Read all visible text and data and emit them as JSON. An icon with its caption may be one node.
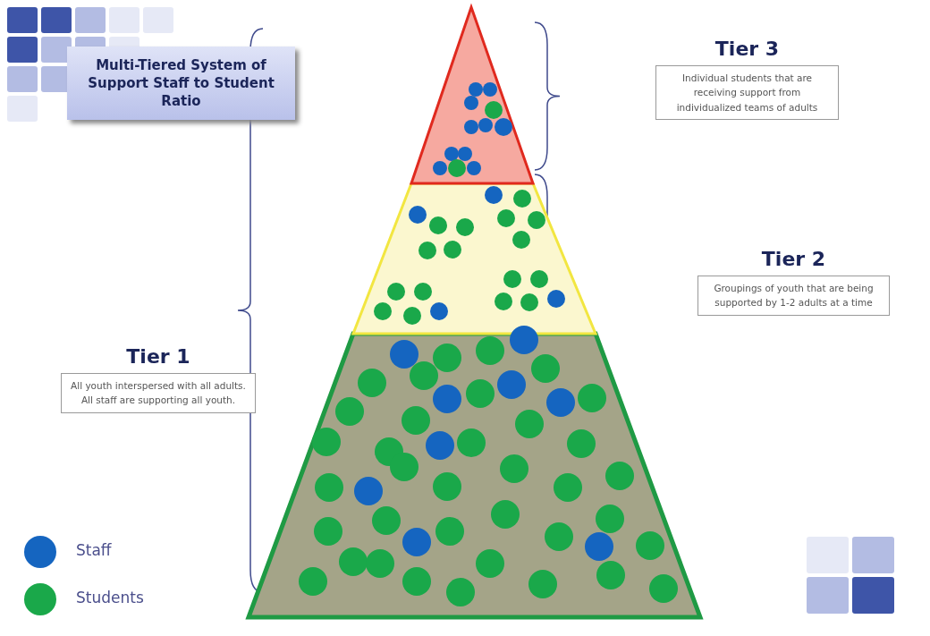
{
  "diagram": {
    "title": "Multi-Tiered System of Support Staff to Student Ratio",
    "nodes": [
      {
        "text": [
          "Tier 3",
          "Individual students that are receiving support from individualized teams of adults"
        ]
      },
      {
        "text": [
          "Tier 2",
          "Groupings of youth that are being supported by 1-2 adults at a time"
        ]
      },
      {
        "text": [
          "Tier 1",
          "All youth interspersed with all adults. All staff are supporting all youth."
        ]
      }
    ],
    "edges": [],
    "legend": [
      {
        "text": "Staff",
        "color": "#1565c0"
      },
      {
        "text": "Students",
        "color": "#1aa84a"
      }
    ]
  }
}
